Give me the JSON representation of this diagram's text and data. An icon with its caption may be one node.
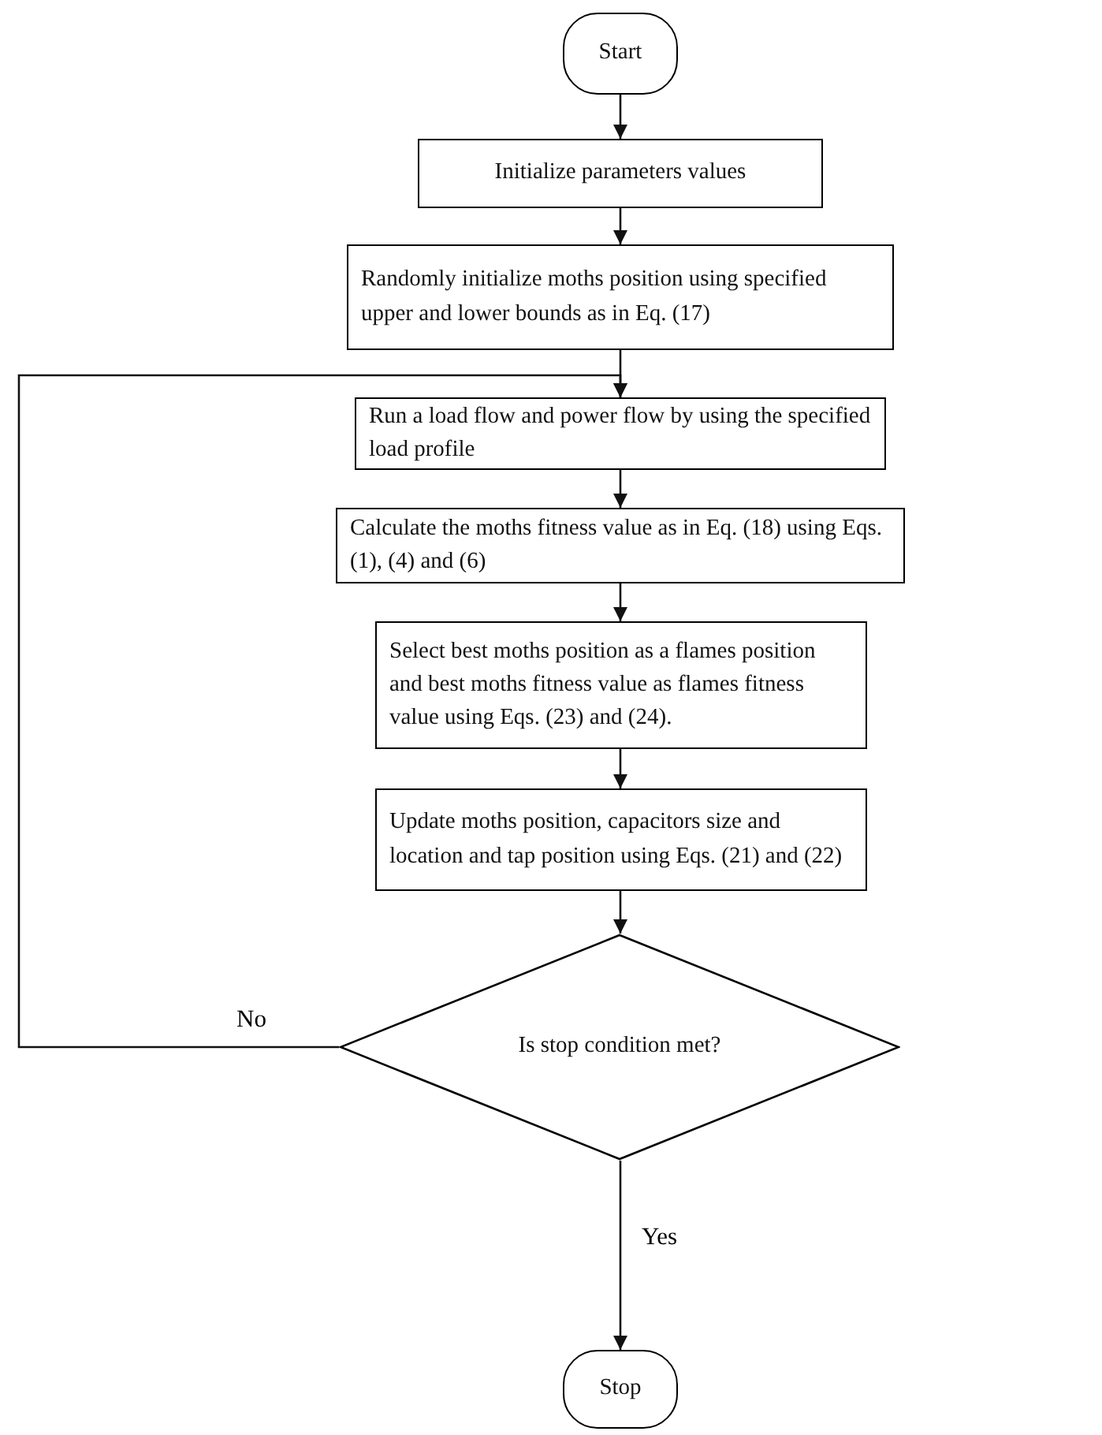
{
  "diagram": {
    "nodes": [
      {
        "text": [
          "Start"
        ]
      },
      {
        "text": [
          "Initialize parameters values"
        ]
      },
      {
        "text": [
          "Randomly initialize moths position using specified upper and lower bounds as in Eq. (17)"
        ]
      },
      {
        "text": [
          "Run a load flow and power flow by using the specified load profile"
        ]
      },
      {
        "text": [
          "Calculate the moths fitness value as in Eq. (18) using Eqs. (1), (4) and (6)"
        ]
      },
      {
        "text": [
          "Select best moths position as a flames position and best moths fitness value as flames fitness value using Eqs. (23) and (24)."
        ]
      },
      {
        "text": [
          "Update moths position, capacitors size and location and tap position using Eqs. (21) and (22)"
        ]
      },
      {
        "text": [
          "Is stop condition met?"
        ]
      },
      {
        "text": [
          "Stop"
        ]
      }
    ],
    "edges": [
      {
        "from": 0,
        "to": 1,
        "arrow": "to"
      },
      {
        "from": 1,
        "to": 2,
        "arrow": "to"
      },
      {
        "from": 2,
        "to": 3,
        "arrow": "to"
      },
      {
        "from": 3,
        "to": 4,
        "arrow": "to"
      },
      {
        "from": 4,
        "to": 5,
        "arrow": "to"
      },
      {
        "from": 5,
        "to": 6,
        "arrow": "to"
      },
      {
        "from": 6,
        "to": 7,
        "arrow": "to"
      },
      {
        "from": 7,
        "to": 3,
        "arrow": "to",
        "label": "No"
      },
      {
        "from": 7,
        "to": 8,
        "arrow": "to",
        "label": "Yes"
      }
    ]
  }
}
